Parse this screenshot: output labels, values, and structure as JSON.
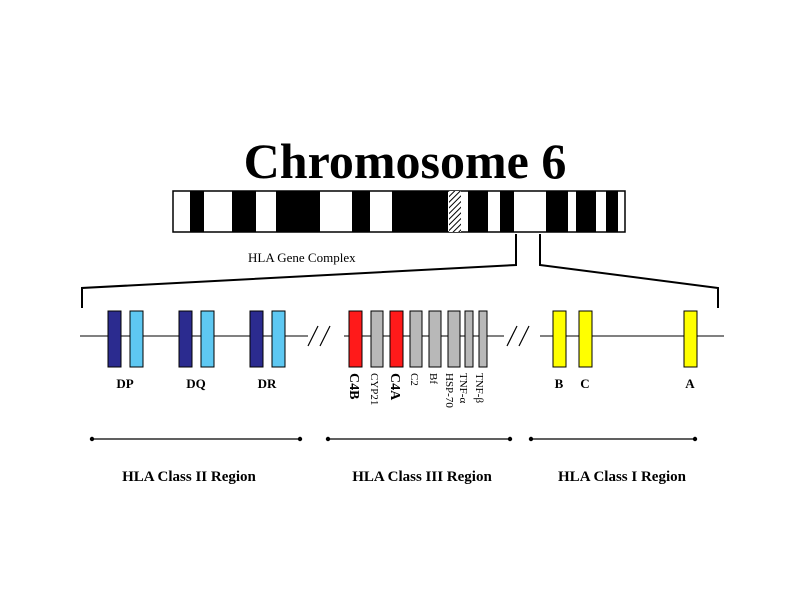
{
  "title": "Chromosome 6",
  "complex_label": "HLA Gene Complex",
  "colors": {
    "dark_blue": "#2b2b8f",
    "light_blue": "#5ec8f2",
    "red": "#ff1a1a",
    "gray": "#b8b8b8",
    "yellow": "#ffff00",
    "black": "#000000"
  },
  "genes": {
    "DP": "DP",
    "DQ": "DQ",
    "DR": "DR",
    "C4B": "C4B",
    "CYP21": "CYP21",
    "C4A": "C4A",
    "C2": "C2",
    "BF": "Bf",
    "HSP70": "HSP-70",
    "TNFA": "TNF-α",
    "TNFB": "TNF-β",
    "B": "B",
    "C": "C",
    "A": "A"
  },
  "regions": {
    "class2": "HLA Class II Region",
    "class3": "HLA Class III Region",
    "class1": "HLA Class I Region"
  }
}
